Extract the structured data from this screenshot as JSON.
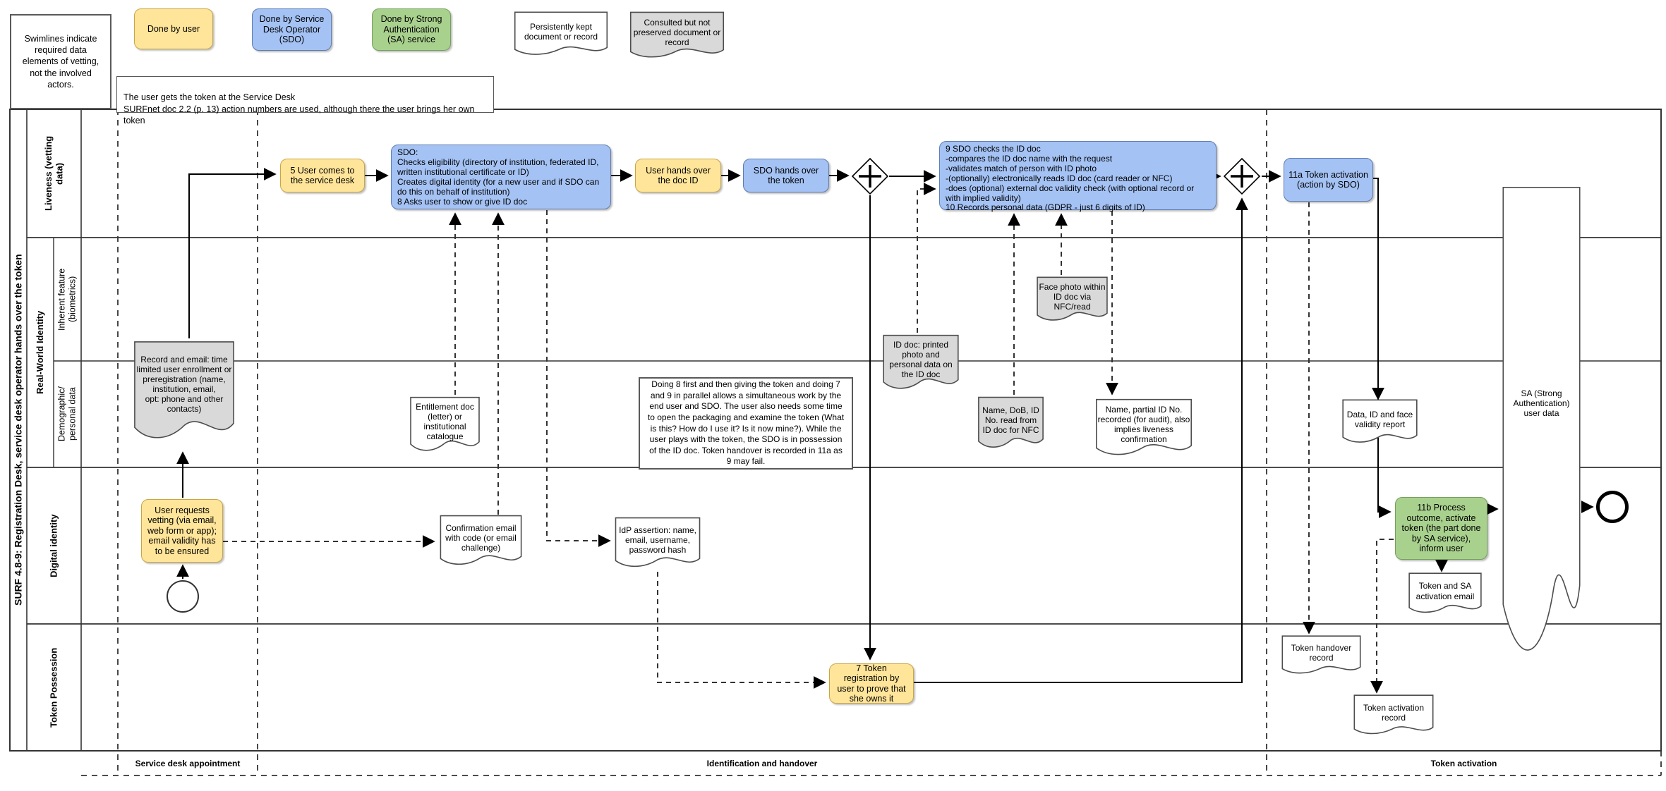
{
  "colors": {
    "user_fill": "#FFE599",
    "sdo_fill": "#A4C2F4",
    "sa_fill": "#A9D18E",
    "consulted_doc_fill": "#D9D9D9",
    "persistent_doc_fill": "#FFFFFF",
    "line": "#000000"
  },
  "legend": {
    "swimlines_note": "Swimlines indicate required data elements of vetting, not the involved actors.",
    "done_by_user": "Done by user",
    "done_by_sdo": "Done by Service Desk Operator (SDO)",
    "done_by_sa": "Done by Strong Authentication (SA) service",
    "persistently_kept": "Persistently kept document or record",
    "consulted_not_preserved": "Consulted but not preserved document or record"
  },
  "top_note": "The user gets the token at the Service Desk\nSURFnet doc 2.2 (p. 13) action numbers are used, although there the user brings her own token",
  "pool": {
    "title": "SURF 4.8-9: Registration Desk, service desk operator hands over the token"
  },
  "lanes": {
    "liveness": "Liveness (vetting\ndata)",
    "real_world": "Real-World Identity",
    "inherent": "Inherent feature\n(biometrics)",
    "demographic": "Demographic/\npersonal data",
    "digital": "Digital identity",
    "token_possession": "Token Possession"
  },
  "phases": {
    "appointment": "Service desk appointment",
    "identification": "Identification and handover",
    "activation": "Token activation"
  },
  "tasks": {
    "t5": "5 User comes to the service desk",
    "sdo_checks": "SDO:\nChecks eligibility (directory of institution, federated ID, written institutional certificate or ID)\nCreates digital identity (for a new user and if SDO can do this on behalf of institution)\n8 Asks user to show or give ID doc",
    "user_hands": "User hands over the doc ID",
    "sdo_hands": "SDO hands over the token",
    "t9": "9 SDO checks the ID doc\n-compares the ID doc name with the request\n-validates match of person with ID photo\n-(optionally) electronically reads ID doc (card reader or NFC)\n-does (optional) external doc validity check (with optional record or with implied validity)\n10 Records personal data (GDPR - just 6 digits of ID)",
    "t11a": "11a Token activation\n(action by SDO)",
    "t11b": "11b Process outcome, activate token (the part done by SA service), inform user",
    "t7": "7 Token registration by user to prove that she owns it",
    "user_requests": "User requests vetting (via email, web form or app); email validity has to be ensured"
  },
  "docs": {
    "record_email": "Record and email: time limited user enrollment or preregistration (name, institution, email,\nopt: phone and other contacts)",
    "entitlement": "Entitlement doc (letter) or institutional catalogue",
    "confirmation": "Confirmation email with code (or email challenge)",
    "idp_assertion": "IdP assertion: name, email, username, password hash",
    "id_doc": "ID doc: printed photo and personal data on the ID doc",
    "face_photo": "Face photo within ID doc via NFC/read",
    "name_dob": "Name, DoB, ID No. read from ID doc for NFC",
    "name_partial": "Name, partial ID No. recorded (for audit), also implies liveness confirmation",
    "validity_report": "Data, ID and face validity report",
    "token_sa_email": "Token and SA activation email",
    "token_handover": "Token handover record",
    "token_activation": "Token activation record",
    "sa_user_data": "SA (Strong Authentication) user data"
  },
  "notes": {
    "parallel_note": "Doing 8 first and then giving the token and doing 7 and 9 in parallel allows a simultaneous work by the end user and SDO. The user also needs some time to open the packaging and examine the token (What is this? How do I use it? Is it now mine?). While the user plays with the token, the SDO is in possession of the ID doc. Token handover is recorded in 11a as 9 may fail."
  }
}
